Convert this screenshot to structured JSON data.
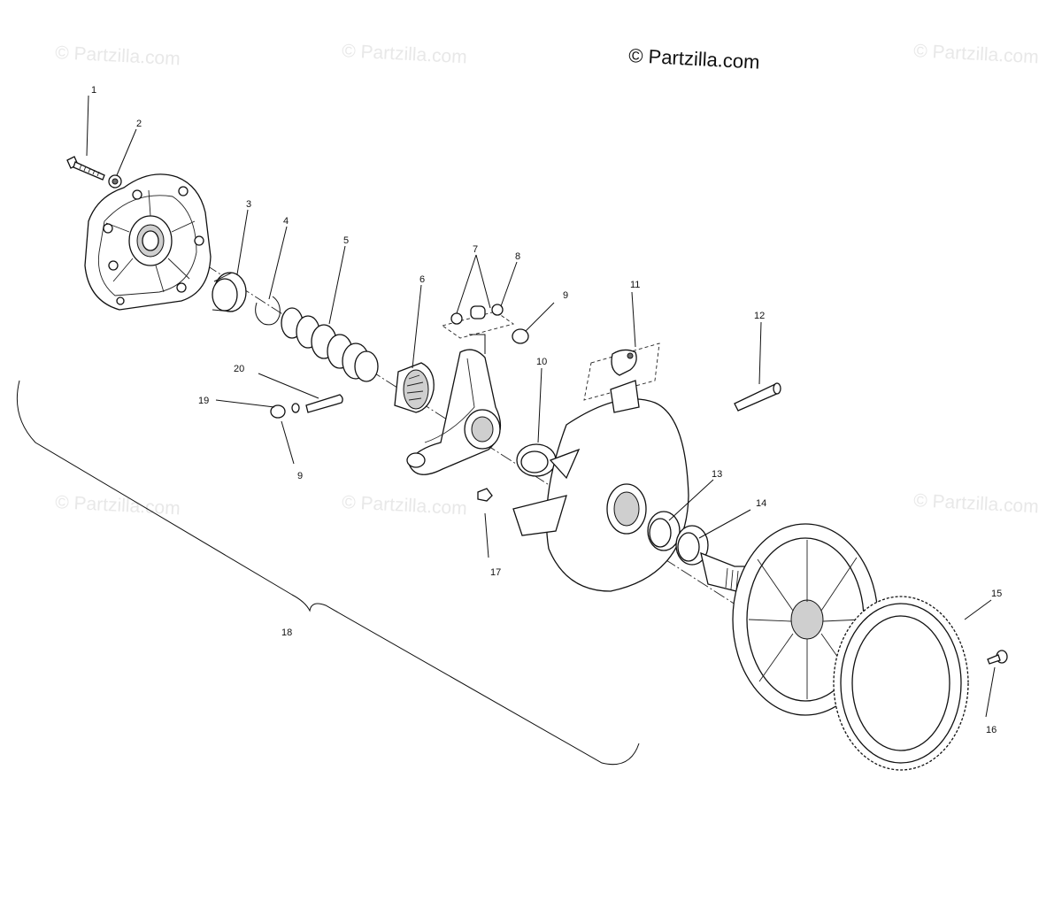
{
  "brand": "© Partzilla.com",
  "watermarks": [
    "© Partzilla.com",
    "© Partzilla.com",
    "© Partzilla.com",
    "© Partzilla.com",
    "© Partzilla.com",
    "© Partzilla.com"
  ],
  "callouts": {
    "c1": "1",
    "c2": "2",
    "c3": "3",
    "c4": "4",
    "c5": "5",
    "c6": "6",
    "c7": "7",
    "c8": "8",
    "c9a": "9",
    "c9b": "9",
    "c10": "10",
    "c11": "11",
    "c12": "12",
    "c13": "13",
    "c14": "14",
    "c15": "15",
    "c16": "16",
    "c17": "17",
    "c18": "18",
    "c19": "19",
    "c20": "20"
  }
}
